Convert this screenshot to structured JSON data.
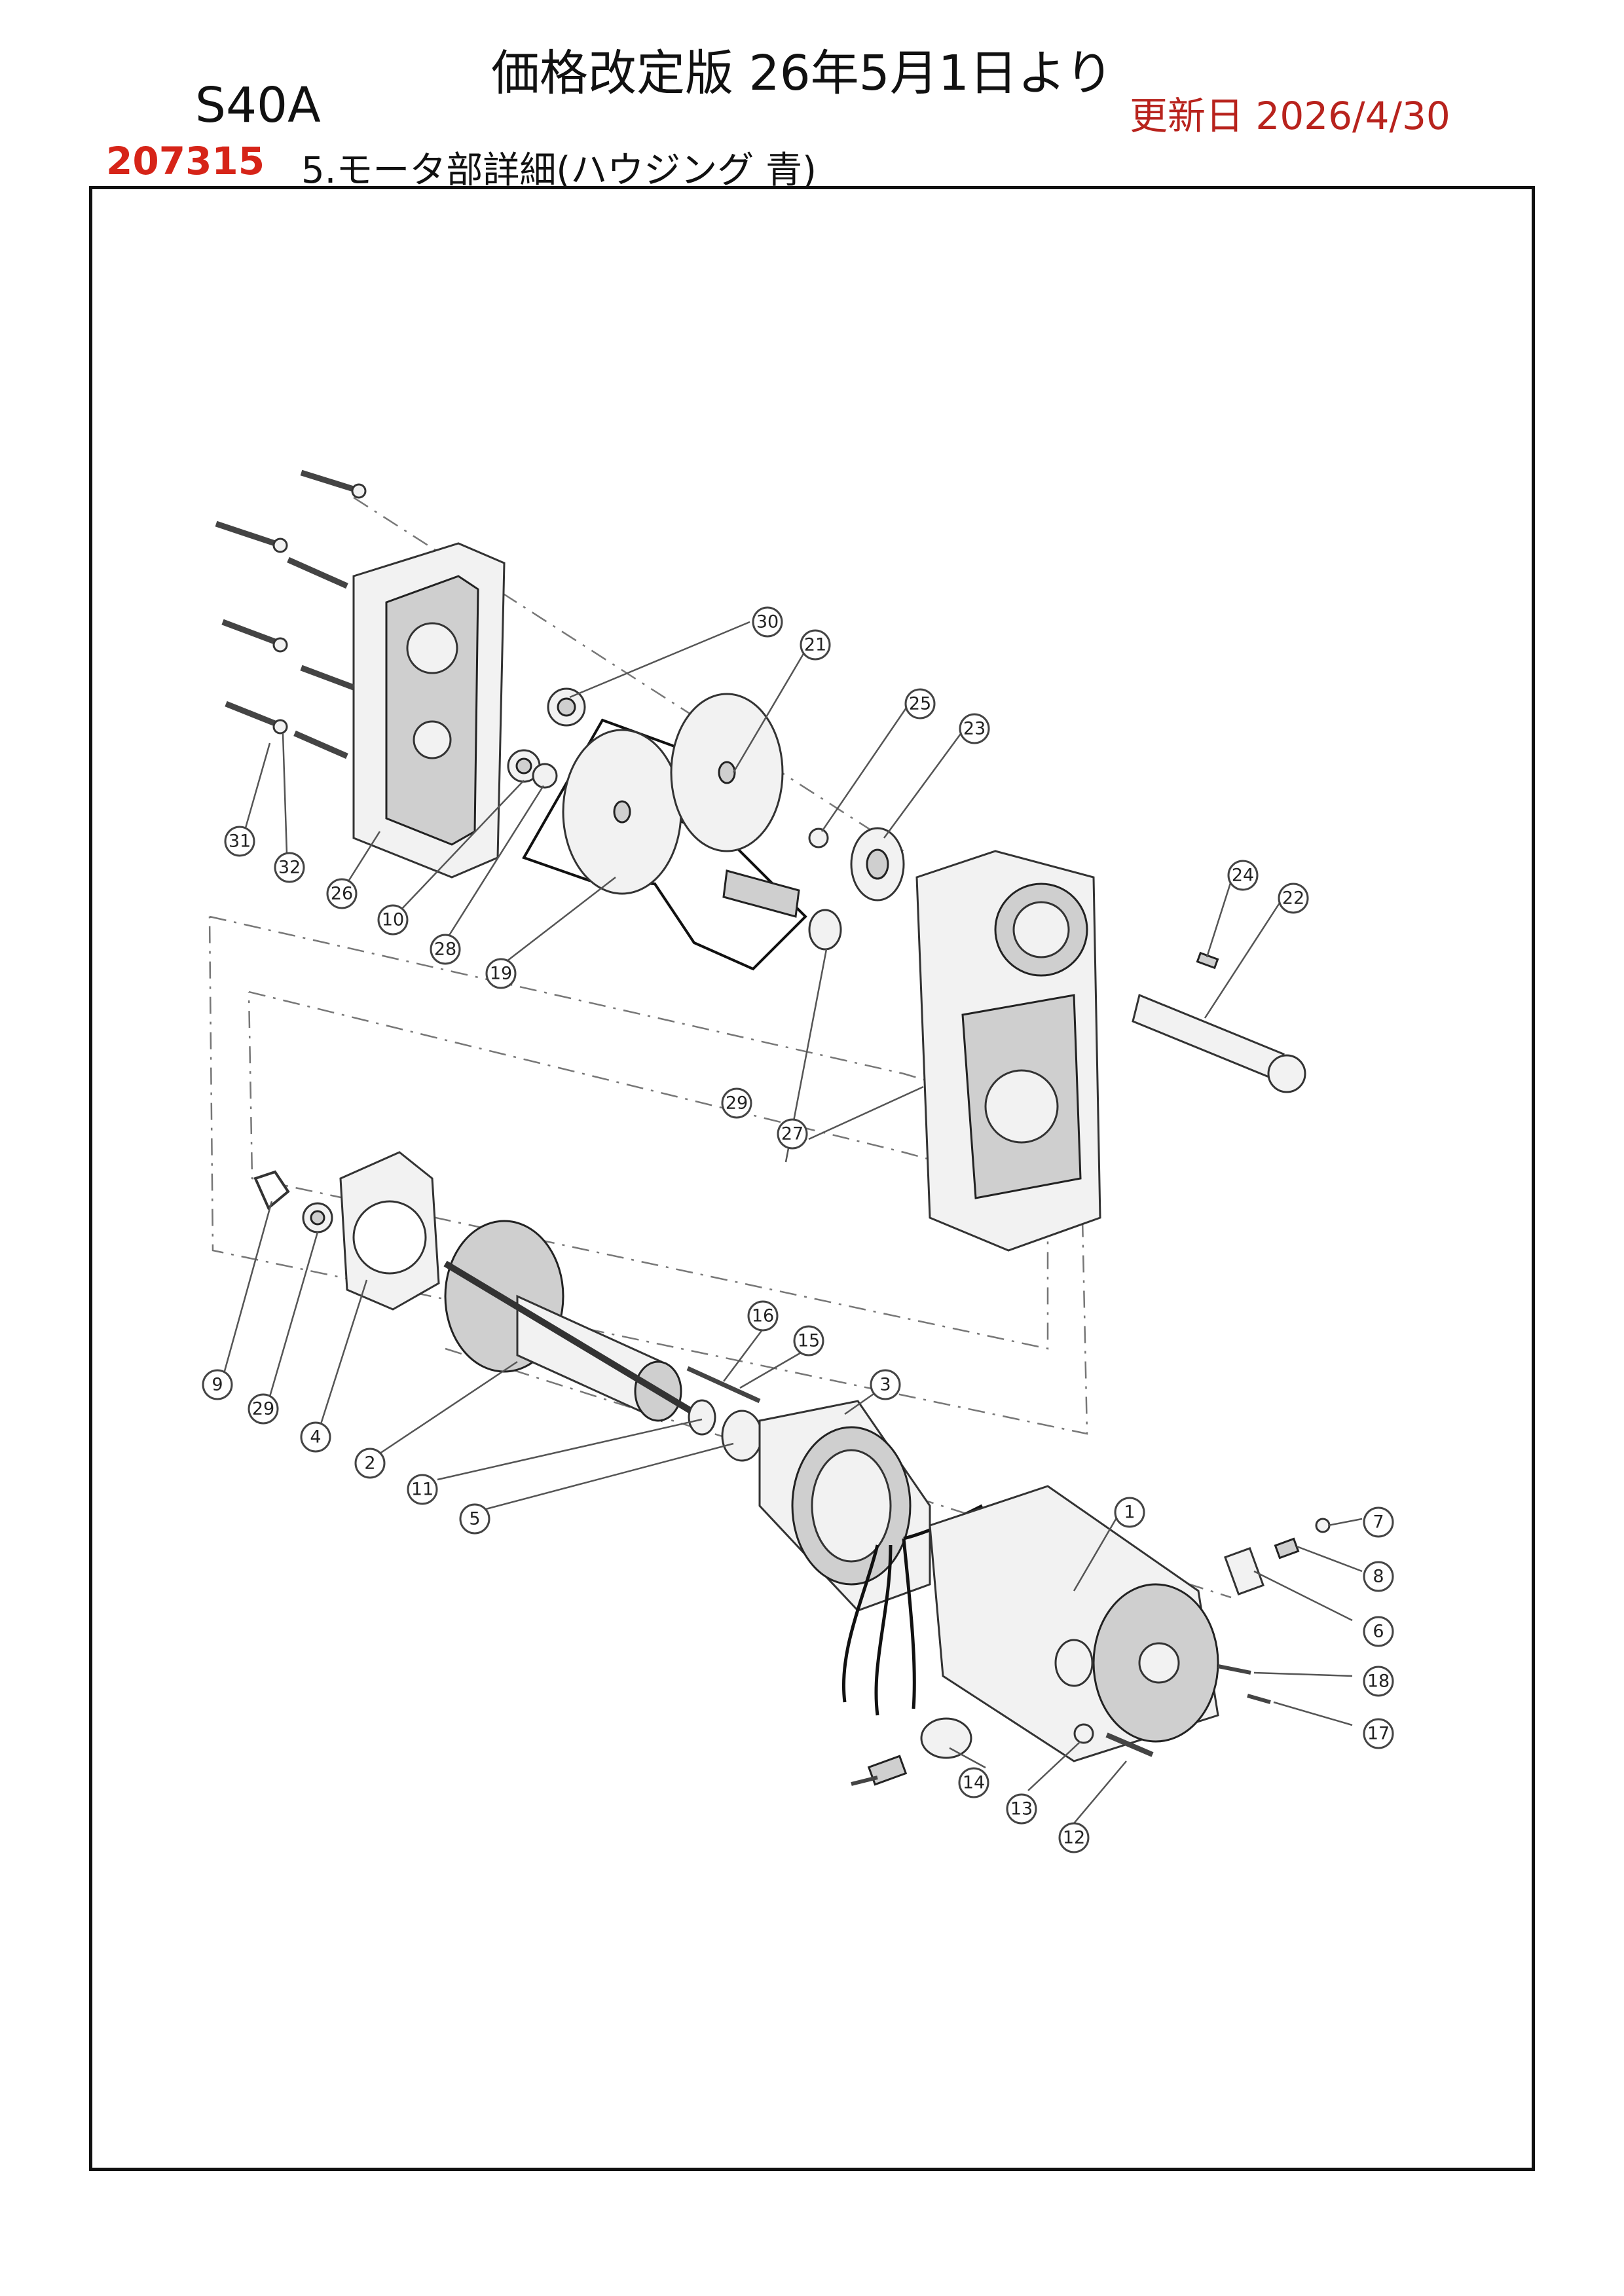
{
  "header": {
    "main_title": "価格改定版 26年5月1日より",
    "model": "S40A",
    "updated": "更新日 2026/4/30",
    "part_code": "207315",
    "section_title": "5.モータ部詳細(ハウジング 青)"
  },
  "callouts": [
    {
      "label": "1"
    },
    {
      "label": "2"
    },
    {
      "label": "3"
    },
    {
      "label": "4"
    },
    {
      "label": "5"
    },
    {
      "label": "6"
    },
    {
      "label": "7"
    },
    {
      "label": "8"
    },
    {
      "label": "9"
    },
    {
      "label": "10"
    },
    {
      "label": "11"
    },
    {
      "label": "12"
    },
    {
      "label": "13"
    },
    {
      "label": "14"
    },
    {
      "label": "15"
    },
    {
      "label": "16"
    },
    {
      "label": "17"
    },
    {
      "label": "18"
    },
    {
      "label": "19"
    },
    {
      "label": "21"
    },
    {
      "label": "22"
    },
    {
      "label": "23"
    },
    {
      "label": "24"
    },
    {
      "label": "25"
    },
    {
      "label": "26"
    },
    {
      "label": "27"
    },
    {
      "label": "28"
    },
    {
      "label": "29"
    },
    {
      "label": "29"
    },
    {
      "label": "30"
    },
    {
      "label": "31"
    },
    {
      "label": "32"
    }
  ]
}
